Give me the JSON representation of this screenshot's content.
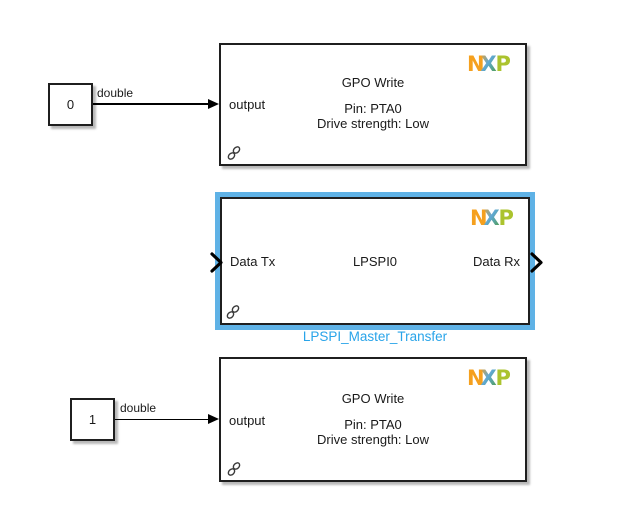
{
  "diagram": {
    "background": "#ffffff",
    "wire_color": "#000000",
    "selection_color": "#5FB2E6",
    "block_name_color": "#29A4E9"
  },
  "nxp_logo": {
    "n": "N",
    "x": "X",
    "p": "P"
  },
  "logo_colors": {
    "n": "#F5A01E",
    "x_blue": "#5FA8D5",
    "x_green": "#4E9C3C",
    "p": "#ABC32E"
  },
  "constants": [
    {
      "value": "0"
    },
    {
      "value": "1"
    }
  ],
  "signals": [
    {
      "type": "double"
    },
    {
      "type": "double"
    }
  ],
  "gpo_top": {
    "title": "GPO Write",
    "pin": "Pin: PTA0",
    "drive": "Drive strength: Low",
    "input_port": "output"
  },
  "lpspi": {
    "title": "LPSPI0",
    "input_port": "Data Tx",
    "output_port": "Data Rx",
    "name": "LPSPI_Master_Transfer"
  },
  "gpo_bottom": {
    "title": "GPO Write",
    "pin": "Pin: PTA0",
    "drive": "Drive strength: Low",
    "input_port": "output"
  }
}
